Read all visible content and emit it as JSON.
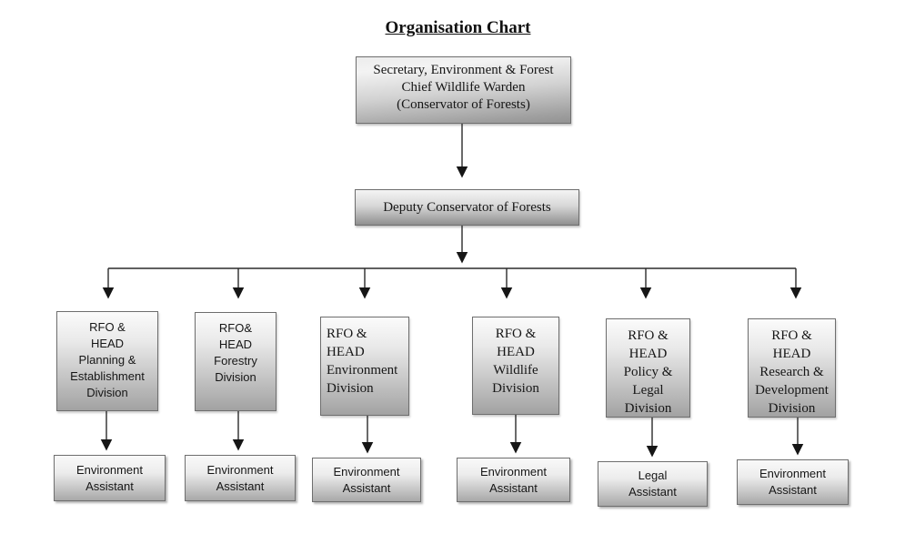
{
  "page_title": "Organisation Chart",
  "org_chart": {
    "root": {
      "text": "Secretary, Environment & Forest\nChief Wildlife Warden\n(Conservator of Forests)"
    },
    "level2": {
      "text": "Deputy Conservator of Forests"
    },
    "divisions": [
      {
        "text": "RFO &\nHEAD\nPlanning &\nEstablishment\nDivision",
        "assistant": "Environment\nAssistant"
      },
      {
        "text": "RFO&\nHEAD\nForestry\nDivision",
        "assistant": "Environment\nAssistant"
      },
      {
        "text": "RFO &\nHEAD\nEnvironment\nDivision",
        "assistant": "Environment\nAssistant"
      },
      {
        "text": "RFO &\nHEAD\nWildlife\nDivision",
        "assistant": "Environment\nAssistant"
      },
      {
        "text": "RFO &\nHEAD\nPolicy &\nLegal\nDivision",
        "assistant": "Legal\nAssistant"
      },
      {
        "text": "RFO &\nHEAD\nResearch &\nDevelopment\nDivision",
        "assistant": "Environment\nAssistant"
      }
    ],
    "colors": {
      "box_gradient_light": "#f4f4f4",
      "box_gradient_dark": "#8f8f8f",
      "box_border": "#6e6e6e",
      "connector_line": "#2b2b2b",
      "text": "#161616",
      "background": "#ffffff"
    }
  }
}
